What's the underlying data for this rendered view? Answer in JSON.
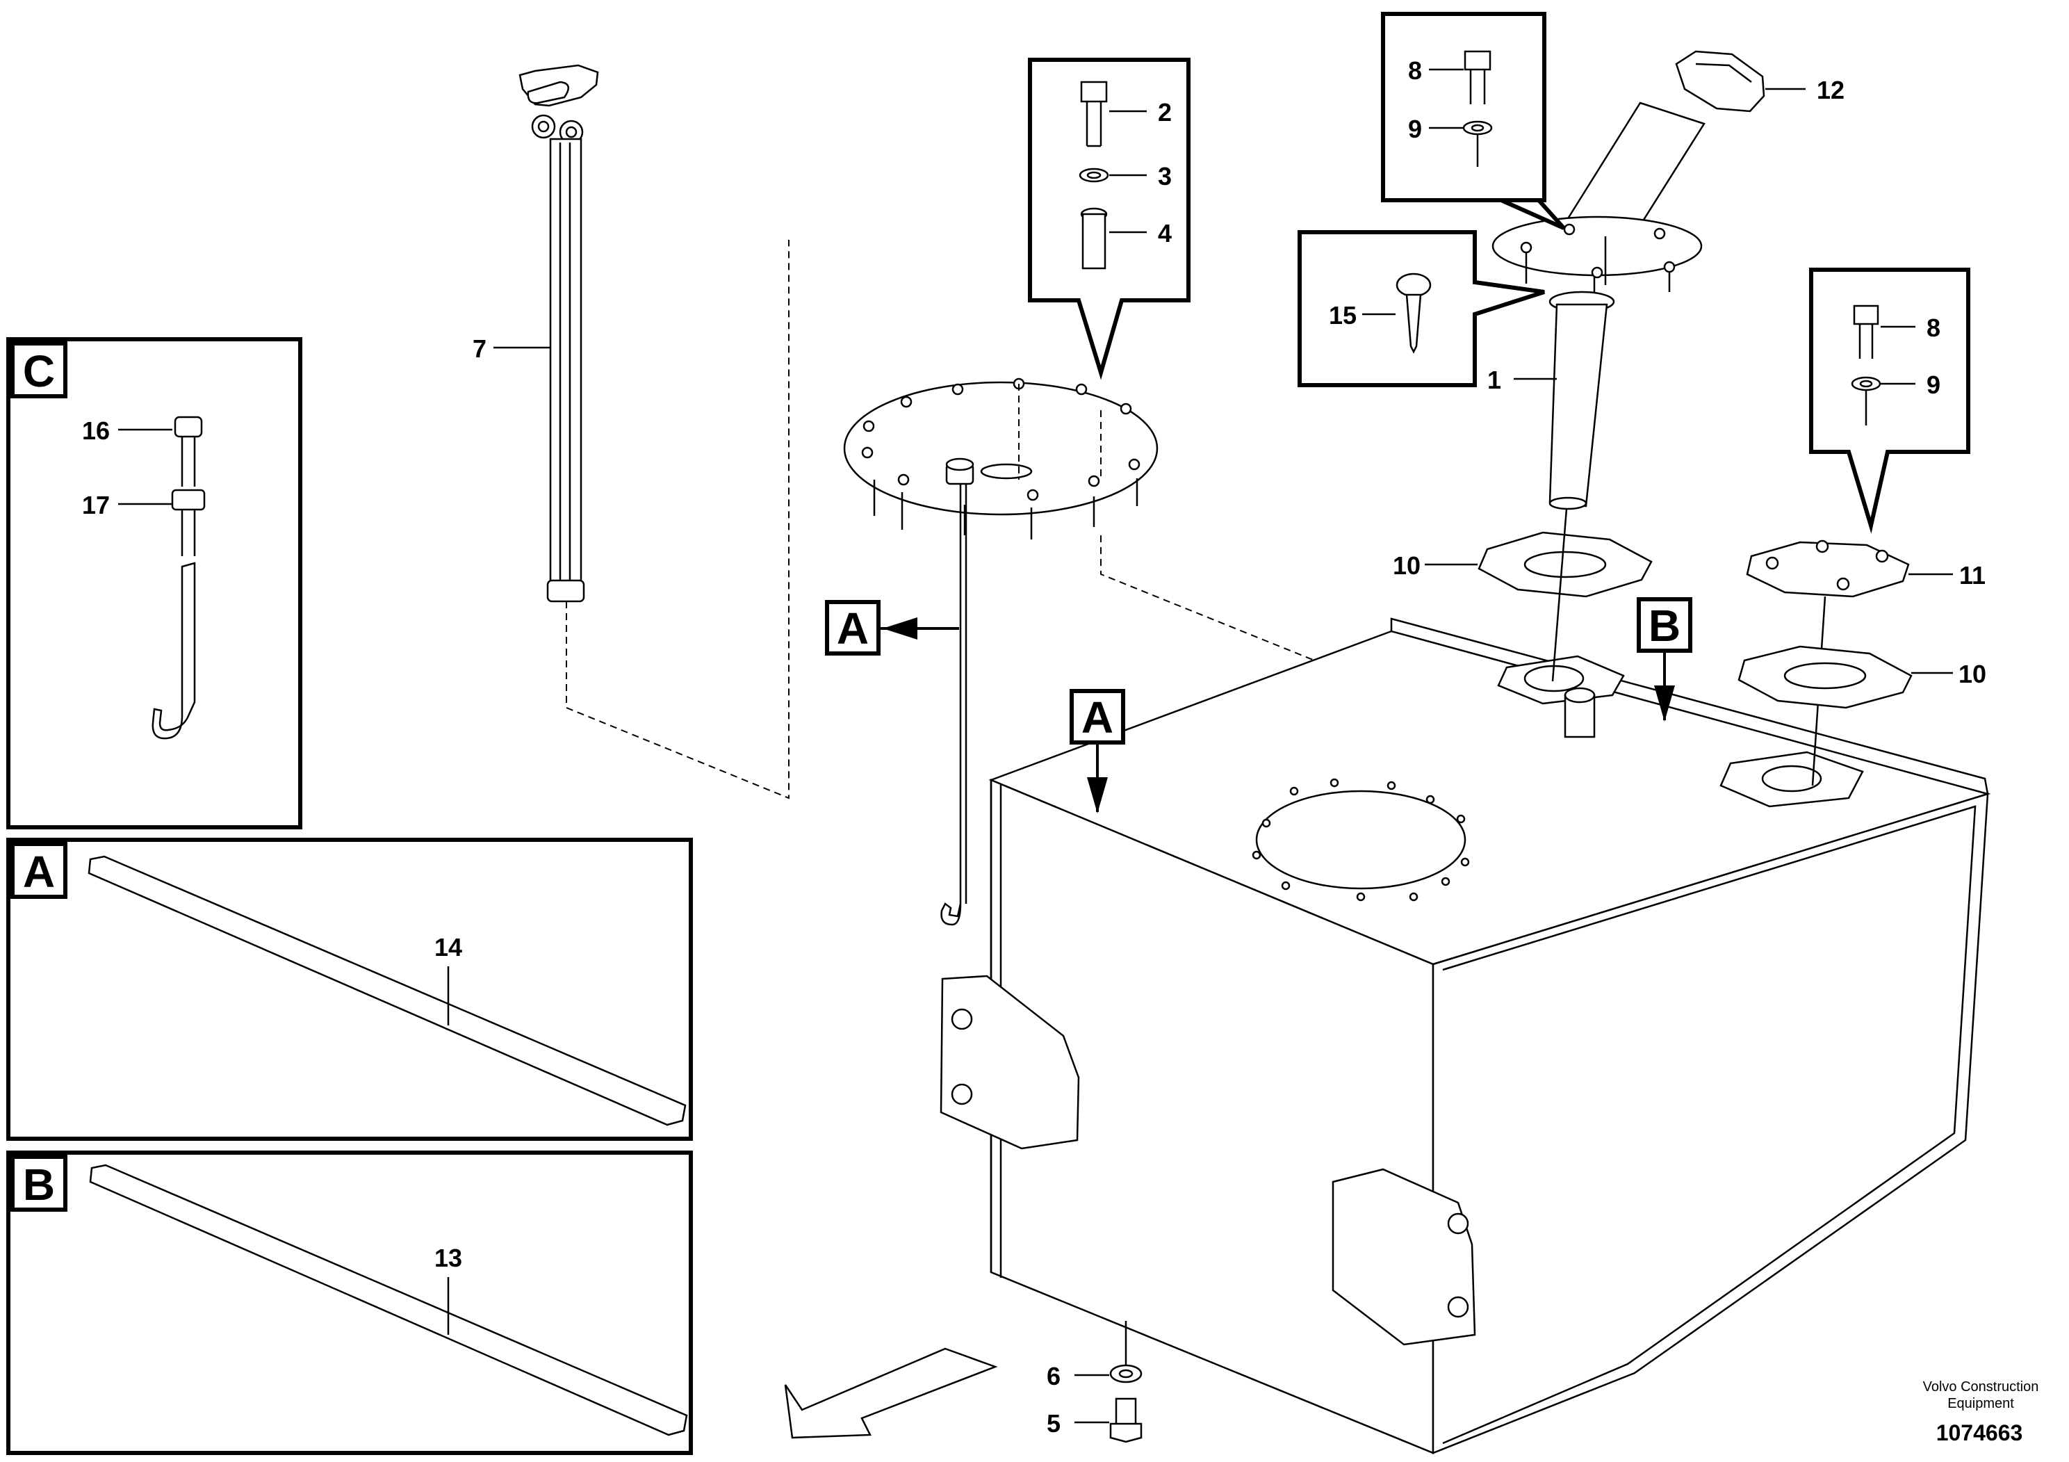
{
  "parts": {
    "p1": "1",
    "p2": "2",
    "p3": "3",
    "p4": "4",
    "p5": "5",
    "p6": "6",
    "p7": "7",
    "p8a": "8",
    "p8b": "8",
    "p9a": "9",
    "p9b": "9",
    "p10a": "10",
    "p10b": "10",
    "p11": "11",
    "p12": "12",
    "p13": "13",
    "p14": "14",
    "p15": "15",
    "p16": "16",
    "p17": "17"
  },
  "view_labels": {
    "detail_c": "C",
    "detail_a": "A",
    "detail_b": "B",
    "callout_a_sender": "A",
    "callout_a_tank": "A",
    "callout_b_tank": "B"
  },
  "credit": {
    "line1": "Volvo Construction",
    "line2": "Equipment"
  },
  "document_number": "1074663"
}
